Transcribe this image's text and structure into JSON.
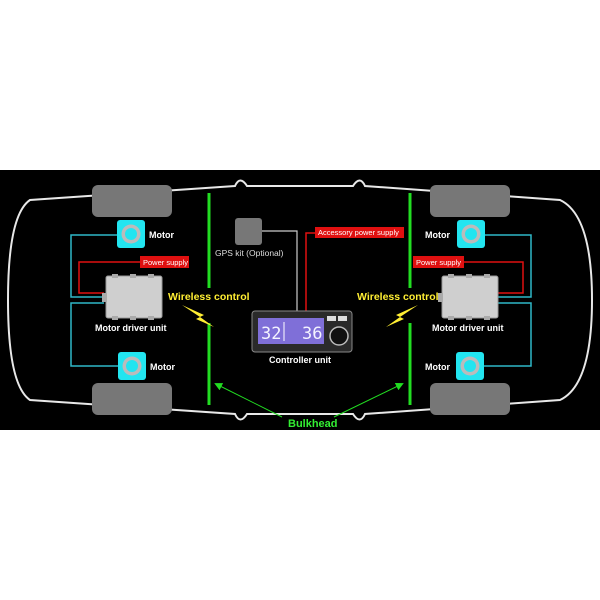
{
  "labels": {
    "motor": "Motor",
    "power_supply": "Power supply",
    "motor_driver_unit": "Motor driver unit",
    "wireless_control": "Wireless control",
    "gps_kit": "GPS kit (Optional)",
    "accessory_power_supply": "Accessory power supply",
    "controller_unit": "Controller unit",
    "bulkhead": "Bulkhead"
  },
  "controller_display": {
    "left_value": "32",
    "right_value": "36"
  },
  "colors": {
    "background": "#000000",
    "wire_motor": "#2fb8c8",
    "wire_power": "#e01010",
    "bulkhead": "#22dd22",
    "wireless": "#ffee33",
    "motor": "#22e5f0"
  }
}
